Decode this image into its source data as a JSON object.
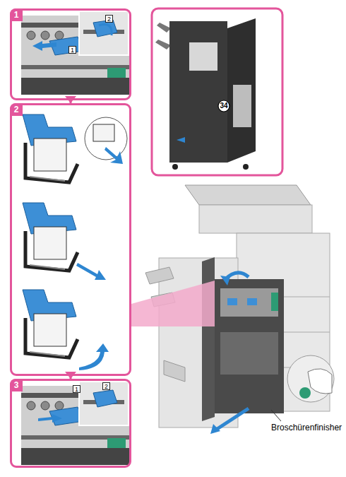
{
  "diagram": {
    "nodes": [
      {
        "text": [
          "1"
        ]
      },
      {
        "text": [
          "1"
        ],
        "in": 0
      },
      {
        "text": [
          "2"
        ],
        "in": 0
      },
      {
        "text": [
          "2"
        ]
      },
      {
        "text": [
          "3"
        ]
      },
      {
        "text": [
          "1"
        ],
        "in": 4
      },
      {
        "text": [
          "2"
        ],
        "in": 4
      },
      {
        "text": [
          "34"
        ]
      }
    ],
    "edges": [
      {
        "from": 0,
        "to": 3,
        "arrow": "to"
      },
      {
        "from": 3,
        "to": 4,
        "arrow": "to"
      }
    ],
    "labels": [
      "Broschürenfinisher"
    ]
  }
}
